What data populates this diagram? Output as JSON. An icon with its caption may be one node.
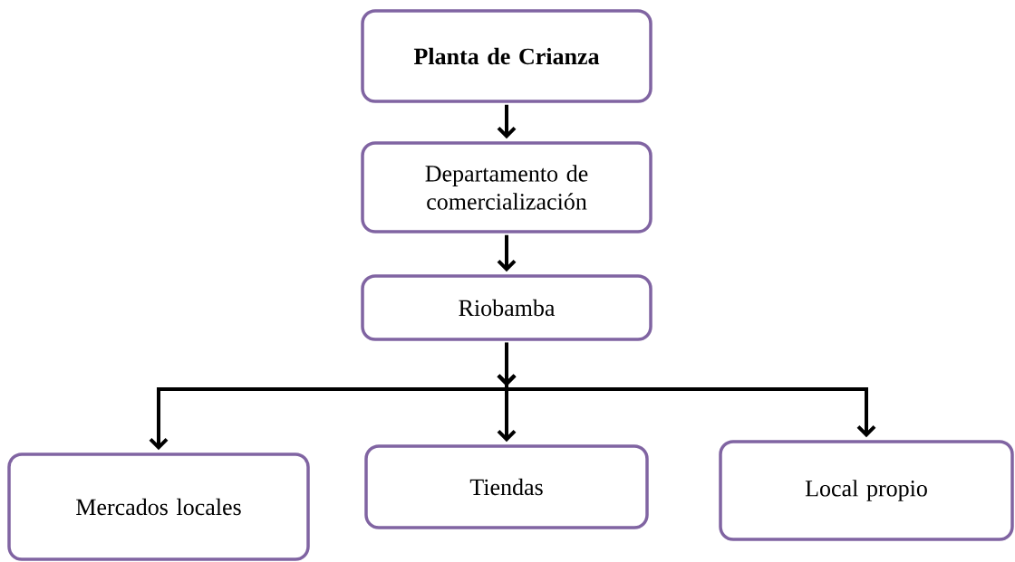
{
  "diagram": {
    "nodes": [
      {
        "text": [
          "Planta de Crianza"
        ]
      },
      {
        "text": [
          "Departamento de comercialización"
        ]
      },
      {
        "text": [
          "Riobamba"
        ]
      },
      {
        "text": [
          "Mercados locales"
        ]
      },
      {
        "text": [
          "Tiendas"
        ]
      },
      {
        "text": [
          "Local propio"
        ]
      }
    ],
    "edges": [
      {
        "from": 0,
        "to": 1,
        "arrow": "to"
      },
      {
        "from": 1,
        "to": 2,
        "arrow": "to"
      },
      {
        "from": 2,
        "to": 3,
        "arrow": "to"
      },
      {
        "from": 2,
        "to": 4,
        "arrow": "to"
      },
      {
        "from": 2,
        "to": 5,
        "arrow": "to"
      }
    ]
  }
}
